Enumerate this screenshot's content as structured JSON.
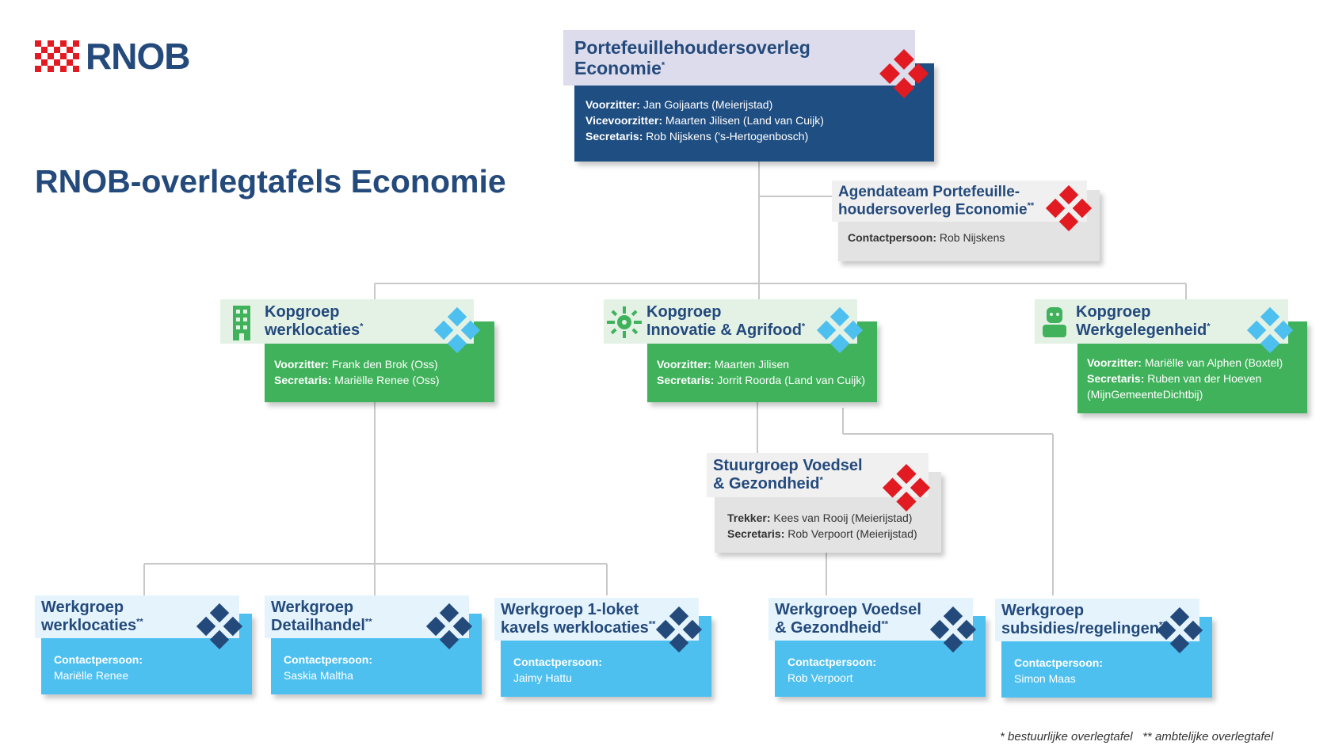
{
  "logo": {
    "text": "RNOB"
  },
  "page_title": "RNOB-overlegtafels Economie",
  "colors": {
    "navy": "#244a7c",
    "dark_blue": "#1f4e82",
    "green": "#40b25b",
    "light_blue": "#4ec0ef",
    "red": "#e21b22",
    "gray_panel": "#dcdcdc"
  },
  "top": {
    "title_line1": "Portefeuillehoudersoverleg",
    "title_line2": "Economie",
    "mark": "*",
    "rows": [
      {
        "label": "Voorzitter:",
        "value": "Jan Goijaarts (Meierijstad)"
      },
      {
        "label": "Vicevoorzitter:",
        "value": "Maarten Jilisen (Land van Cuijk)"
      },
      {
        "label": "Secretaris:",
        "value": "Rob Nijskens ('s-Hertogenbosch)"
      }
    ]
  },
  "agenda": {
    "title_line1": "Agendateam Portefeuille-",
    "title_line2": "houdersoverleg Economie",
    "mark": "**",
    "label": "Contactpersoon:",
    "value": "Rob Nijskens"
  },
  "kop1": {
    "title_line1": "Kopgroep",
    "title_line2": "werklocaties",
    "mark": "*",
    "rows": [
      {
        "label": "Voorzitter:",
        "value": "Frank den Brok (Oss)"
      },
      {
        "label": "Secretaris:",
        "value": "Mariëlle Renee (Oss)"
      }
    ]
  },
  "kop2": {
    "title_line1": "Kopgroep",
    "title_line2": "Innovatie & Agrifood",
    "mark": "*",
    "rows": [
      {
        "label": "Voorzitter:",
        "value": "Maarten Jilisen"
      },
      {
        "label": "Secretaris:",
        "value": "Jorrit Roorda (Land van Cuijk)"
      }
    ]
  },
  "kop3": {
    "title_line1": "Kopgroep",
    "title_line2": "Werkgelegenheid",
    "mark": "*",
    "rows": [
      {
        "label": "Voorzitter:",
        "value": " Mariëlle van Alphen (Boxtel)"
      },
      {
        "label": "Secretaris:",
        "value": "Ruben van der Hoeven"
      },
      {
        "label": "",
        "value": "(MijnGemeenteDichtbij)"
      }
    ]
  },
  "stuur": {
    "title_line1": "Stuurgroep Voedsel",
    "title_line2": "& Gezondheid",
    "mark": "*",
    "rows": [
      {
        "label": "Trekker:",
        "value": "Kees van Rooij (Meierijstad)"
      },
      {
        "label": "Secretaris:",
        "value": "Rob Verpoort (Meierijstad)"
      }
    ]
  },
  "wg1": {
    "title_line1": "Werkgroep",
    "title_line2": "werklocaties",
    "mark": "**",
    "label": "Contactpersoon:",
    "value": "Mariëlle Renee"
  },
  "wg2": {
    "title_line1": "Werkgroep",
    "title_line2": "Detailhandel",
    "mark": "**",
    "label": "Contactpersoon:",
    "value": "Saskia Maltha"
  },
  "wg3": {
    "title_line1": "Werkgroep 1-loket",
    "title_line2": "kavels werklocaties",
    "mark": "**",
    "label": "Contactpersoon:",
    "value": "Jaimy Hattu"
  },
  "wg4": {
    "title_line1": "Werkgroep Voedsel",
    "title_line2": "& Gezondheid",
    "mark": "**",
    "label": "Contactpersoon:",
    "value": "Rob Verpoort"
  },
  "wg5": {
    "title_line1": "Werkgroep",
    "title_line2": "subsidies/regelingen",
    "mark": "**",
    "label": "Contactpersoon:",
    "value": "Simon Maas"
  },
  "footnote": "* bestuurlijke overlegtafel   ** ambtelijke overlegtafel"
}
